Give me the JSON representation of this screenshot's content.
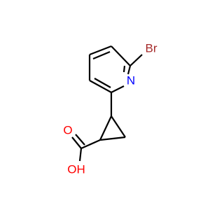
{
  "molecule": {
    "atoms": {
      "bromine": {
        "label": "Br",
        "color": "#a52a2a"
      },
      "nitrogen": {
        "label": "N",
        "color": "#0000ff"
      },
      "carbonyl_oxygen": {
        "label": "O",
        "color": "#ff0000"
      },
      "hydroxyl": {
        "label": "OH",
        "color": "#ff0000"
      }
    },
    "bond_color": "#000000",
    "background": "#ffffff"
  }
}
